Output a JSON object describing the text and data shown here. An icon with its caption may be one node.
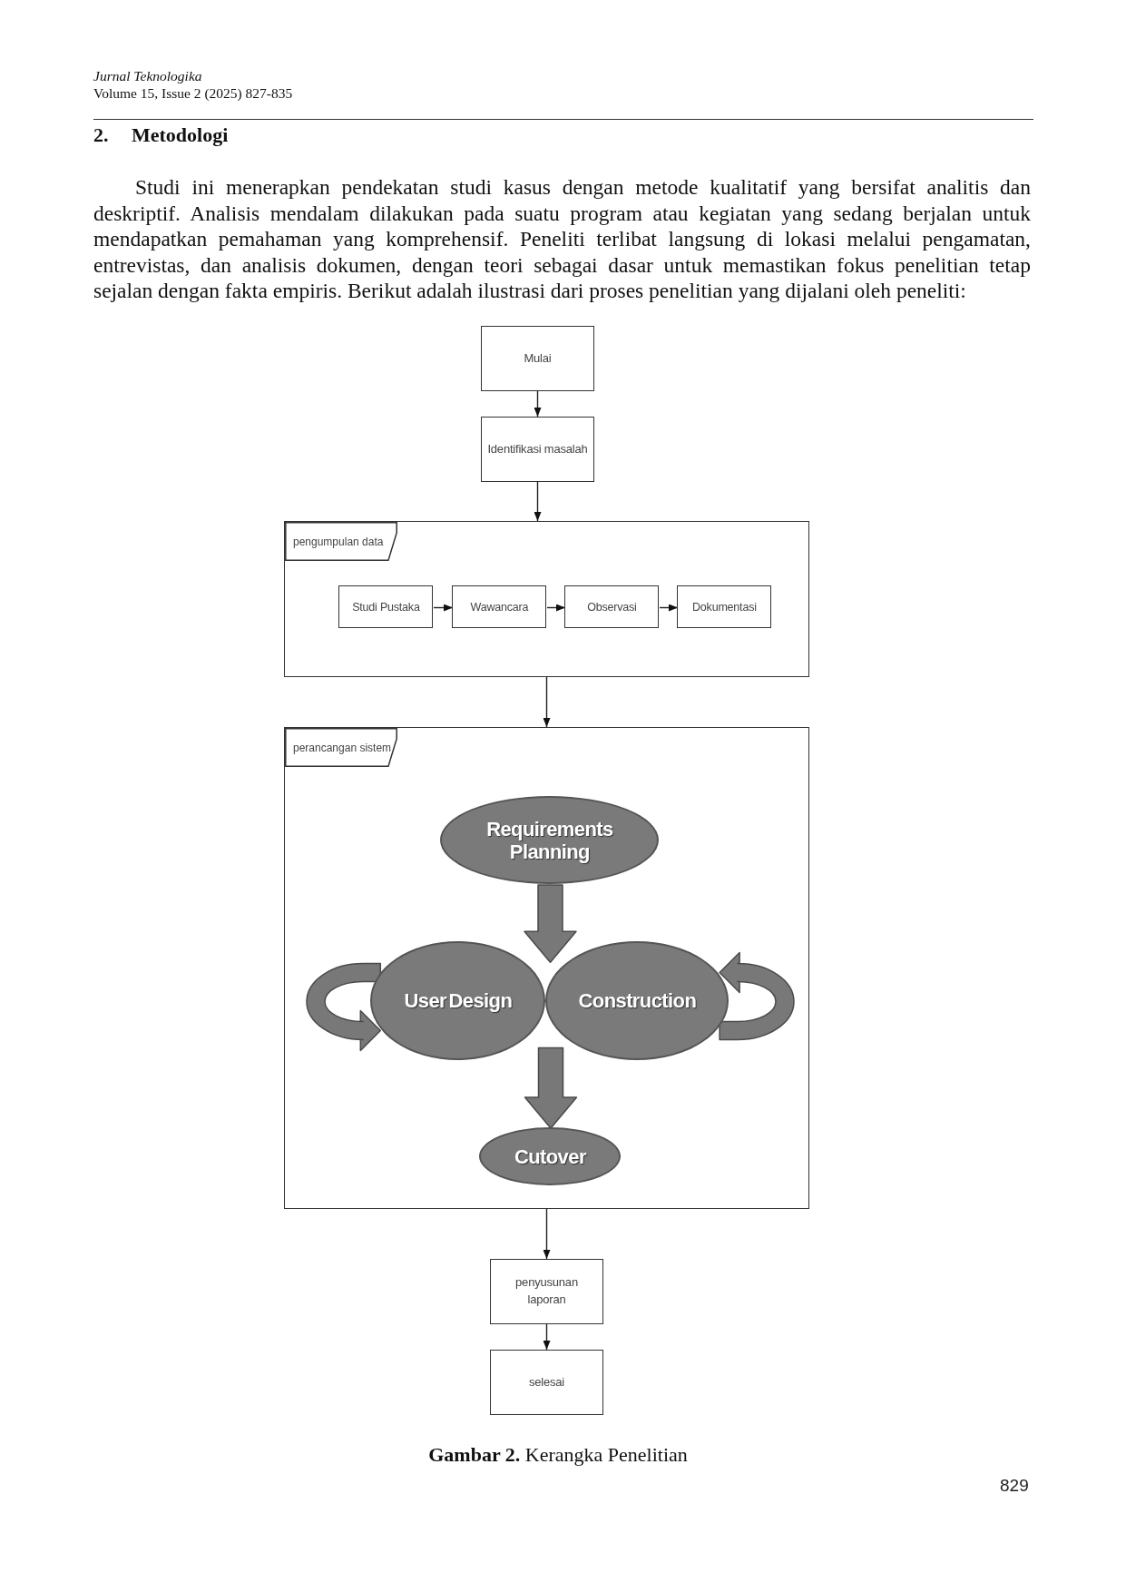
{
  "diagram": {
    "title": "2. Metodologi",
    "caption": "**Gambar 2.** Kerangka Penelitian",
    "nodes": [
      {
        "text": [
          "Mulai"
        ]
      },
      {
        "text": [
          "Identifikasi masalah"
        ]
      },
      {
        "text": [
          "pengumpulan data"
        ]
      },
      {
        "text": [
          "Studi Pustaka"
        ],
        "in": 2
      },
      {
        "text": [
          "Wawancara"
        ],
        "in": 2
      },
      {
        "text": [
          "Observasi"
        ],
        "in": 2
      },
      {
        "text": [
          "Dokumentasi"
        ],
        "in": 2
      },
      {
        "text": [
          "perancangan sistem"
        ]
      },
      {
        "text": [
          "Requirements Planning"
        ],
        "in": 7
      },
      {
        "text": [
          "User Design"
        ],
        "in": 7
      },
      {
        "text": [
          "Construction"
        ],
        "in": 7
      },
      {
        "text": [
          "Cutover"
        ],
        "in": 7
      },
      {
        "text": [
          "penyusunan laporan"
        ]
      },
      {
        "text": [
          "selesai"
        ]
      }
    ],
    "edges": [
      {
        "from": 0,
        "to": 1,
        "arrow": "to"
      },
      {
        "from": 1,
        "to": 2,
        "arrow": "to"
      },
      {
        "from": 3,
        "to": 4,
        "arrow": "to"
      },
      {
        "from": 4,
        "to": 5,
        "arrow": "to"
      },
      {
        "from": 5,
        "to": 6,
        "arrow": "to"
      },
      {
        "from": 2,
        "to": 7,
        "arrow": "to"
      },
      {
        "from": 8,
        "to": 9,
        "arrow": "to",
        "style": "thick",
        "color": "#787878"
      },
      {
        "from": 8,
        "to": 10,
        "arrow": "to",
        "style": "thick",
        "color": "#787878"
      },
      {
        "from": 9,
        "to": 9,
        "arrow": "to",
        "style": "thick",
        "color": "#787878"
      },
      {
        "from": 10,
        "to": 10,
        "arrow": "to",
        "style": "thick",
        "color": "#787878"
      },
      {
        "from": 9,
        "to": 11,
        "arrow": "to",
        "style": "thick",
        "color": "#787878"
      },
      {
        "from": 10,
        "to": 11,
        "arrow": "to",
        "style": "thick",
        "color": "#787878"
      },
      {
        "from": 7,
        "to": 12,
        "arrow": "to"
      },
      {
        "from": 12,
        "to": 13,
        "arrow": "to"
      }
    ],
    "labels": [
      "Jurnal Teknologika",
      "Volume 15, Issue 2 (2025) 827-835",
      "Studi ini menerapkan pendekatan studi kasus dengan metode kualitatif yang bersifat analitis dan deskriptif. Analisis mendalam dilakukan pada suatu program atau kegiatan yang sedang berjalan untuk mendapatkan pemahaman yang komprehensif. Peneliti terlibat langsung di lokasi melalui pengamatan, entrevistas, dan analisis dokumen, dengan teori sebagai dasar untuk memastikan fokus penelitian tetap sejalan dengan fakta empiris. Berikut adalah ilustrasi dari proses penelitian yang dijalani oleh peneliti:",
      "829"
    ]
  }
}
